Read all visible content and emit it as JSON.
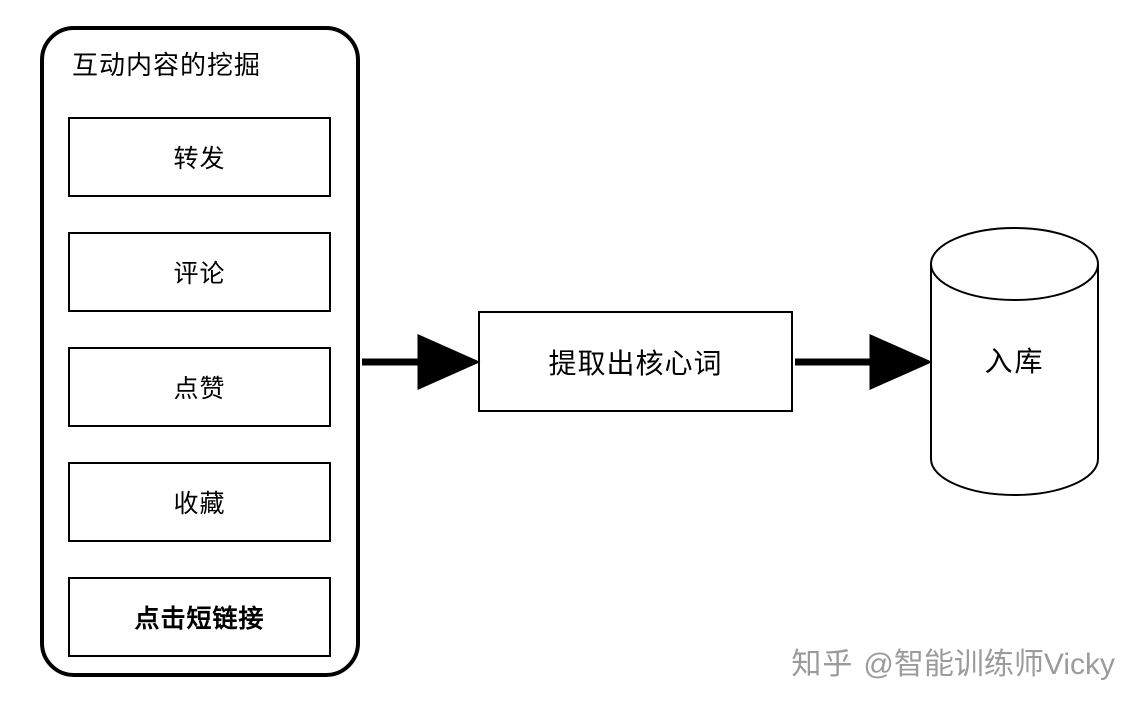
{
  "diagram": {
    "group": {
      "title": "互动内容的挖掘",
      "items": [
        {
          "label": "转发"
        },
        {
          "label": "评论"
        },
        {
          "label": "点赞"
        },
        {
          "label": "收藏"
        },
        {
          "label": "点击短链接"
        }
      ]
    },
    "process": {
      "label": "提取出核心词"
    },
    "datastore": {
      "label": "入库"
    },
    "arrows": [
      {
        "name": "arrow-group-to-process"
      },
      {
        "name": "arrow-process-to-datastore"
      }
    ],
    "colors": {
      "stroke": "#000000",
      "background": "#ffffff",
      "watermark": "#9b9b9b"
    }
  },
  "watermark": {
    "logo": "知乎",
    "text": "@智能训练师Vicky"
  }
}
